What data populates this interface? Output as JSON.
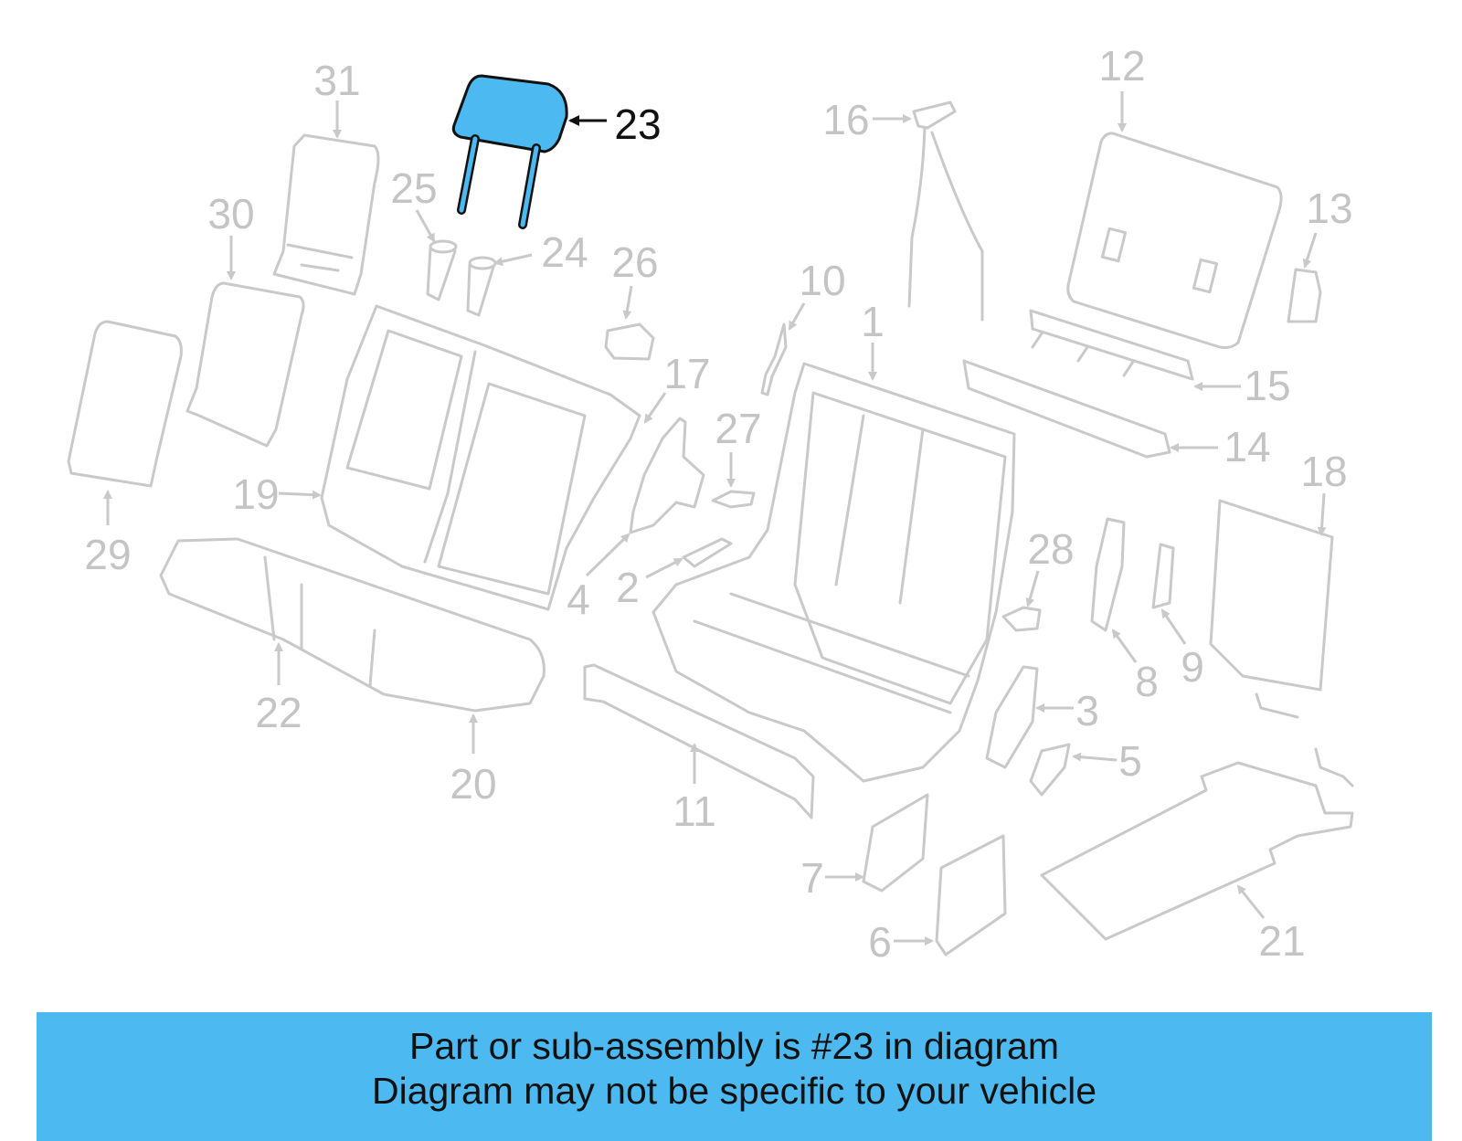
{
  "diagram": {
    "highlight_color": "#4cb9f0",
    "highlighted_part": "23",
    "callouts": [
      "1",
      "2",
      "3",
      "4",
      "5",
      "6",
      "7",
      "8",
      "9",
      "10",
      "11",
      "12",
      "13",
      "14",
      "15",
      "16",
      "17",
      "18",
      "19",
      "20",
      "21",
      "22",
      "23",
      "24",
      "25",
      "26",
      "27",
      "28",
      "29",
      "30",
      "31"
    ]
  },
  "banner": {
    "background": "#4cb9f0",
    "line1": "Part or sub-assembly is #23 in diagram",
    "line2": "Diagram may not be specific to your vehicle"
  }
}
